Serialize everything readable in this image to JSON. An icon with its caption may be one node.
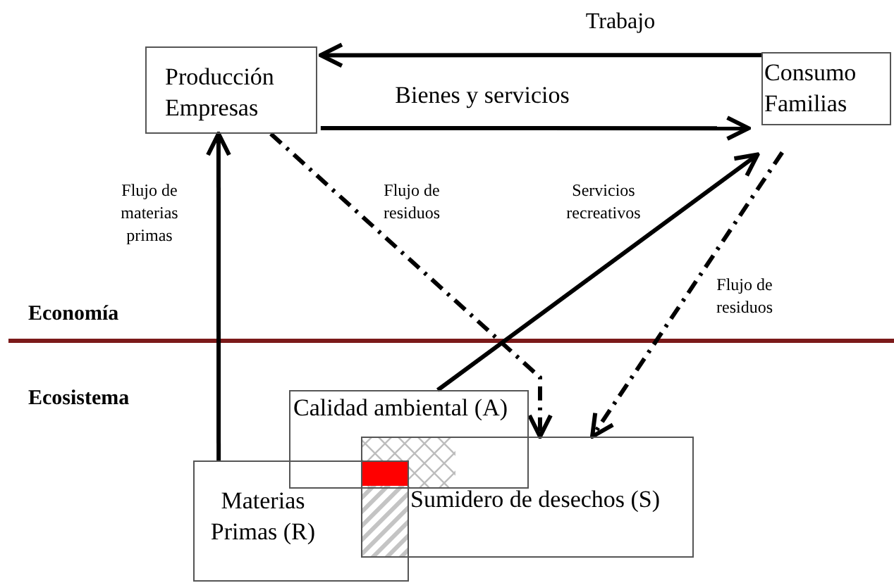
{
  "diagram": {
    "nodes": [
      {
        "text": [
          "Producción Empresas"
        ]
      },
      {
        "text": [
          "Consumo Familias"
        ]
      },
      {
        "text": [
          "Calidad ambiental (A)"
        ]
      },
      {
        "text": [
          "Sumidero de desechos  (S)"
        ]
      },
      {
        "text": [
          "Materias Primas  (R)"
        ]
      }
    ],
    "edges": [
      {
        "from": 1,
        "to": 0,
        "arrow": "to",
        "label": "Trabajo"
      },
      {
        "from": 0,
        "to": 1,
        "arrow": "to",
        "label": "Bienes y servicios"
      },
      {
        "from": 0,
        "to": 3,
        "arrow": "to",
        "label": "Flujo de residuos",
        "style": "dashed"
      },
      {
        "from": 2,
        "to": 1,
        "arrow": "to",
        "label": "Servicios recreativos"
      },
      {
        "from": 1,
        "to": 3,
        "arrow": "to",
        "label": "Flujo de residuos",
        "style": "dashed"
      },
      {
        "from": 4,
        "to": 0,
        "arrow": "to",
        "label": "Flujo de materias primas"
      }
    ],
    "labels": [
      "Economía",
      "Ecosistema"
    ]
  }
}
